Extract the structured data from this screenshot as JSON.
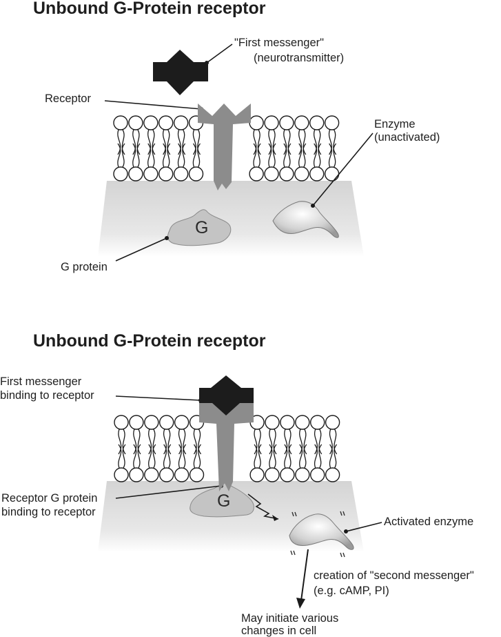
{
  "top": {
    "title": "Unbound G-Protein receptor",
    "first_messenger_line1": "\"First messenger\"",
    "first_messenger_line2": "(neurotransmitter)",
    "receptor": "Receptor",
    "enzyme_line1": "Enzyme",
    "enzyme_line2": "(unactivated)",
    "g_letter": "G",
    "g_protein": "G protein"
  },
  "bottom": {
    "title": "Unbound G-Protein receptor",
    "first_messenger_line1": "First messenger",
    "first_messenger_line2": "binding to receptor",
    "receptor_g_line1": "Receptor G protein",
    "receptor_g_line2": "binding to receptor",
    "g_letter": "G",
    "activated_enzyme": "Activated enzyme",
    "second_messenger_line1": "creation of \"second messenger\"",
    "second_messenger_line2": "(e.g. cAMP, PI)",
    "initiate_line1": "May initiate various",
    "initiate_line2": "changes in cell"
  },
  "colors": {
    "membrane_outline": "#1a1a1a",
    "receptor": "#8c8c8c",
    "messenger": "#1c1c1c",
    "cytoplasm": "#dcdcdc",
    "g_protein": "#c4c4c4"
  }
}
